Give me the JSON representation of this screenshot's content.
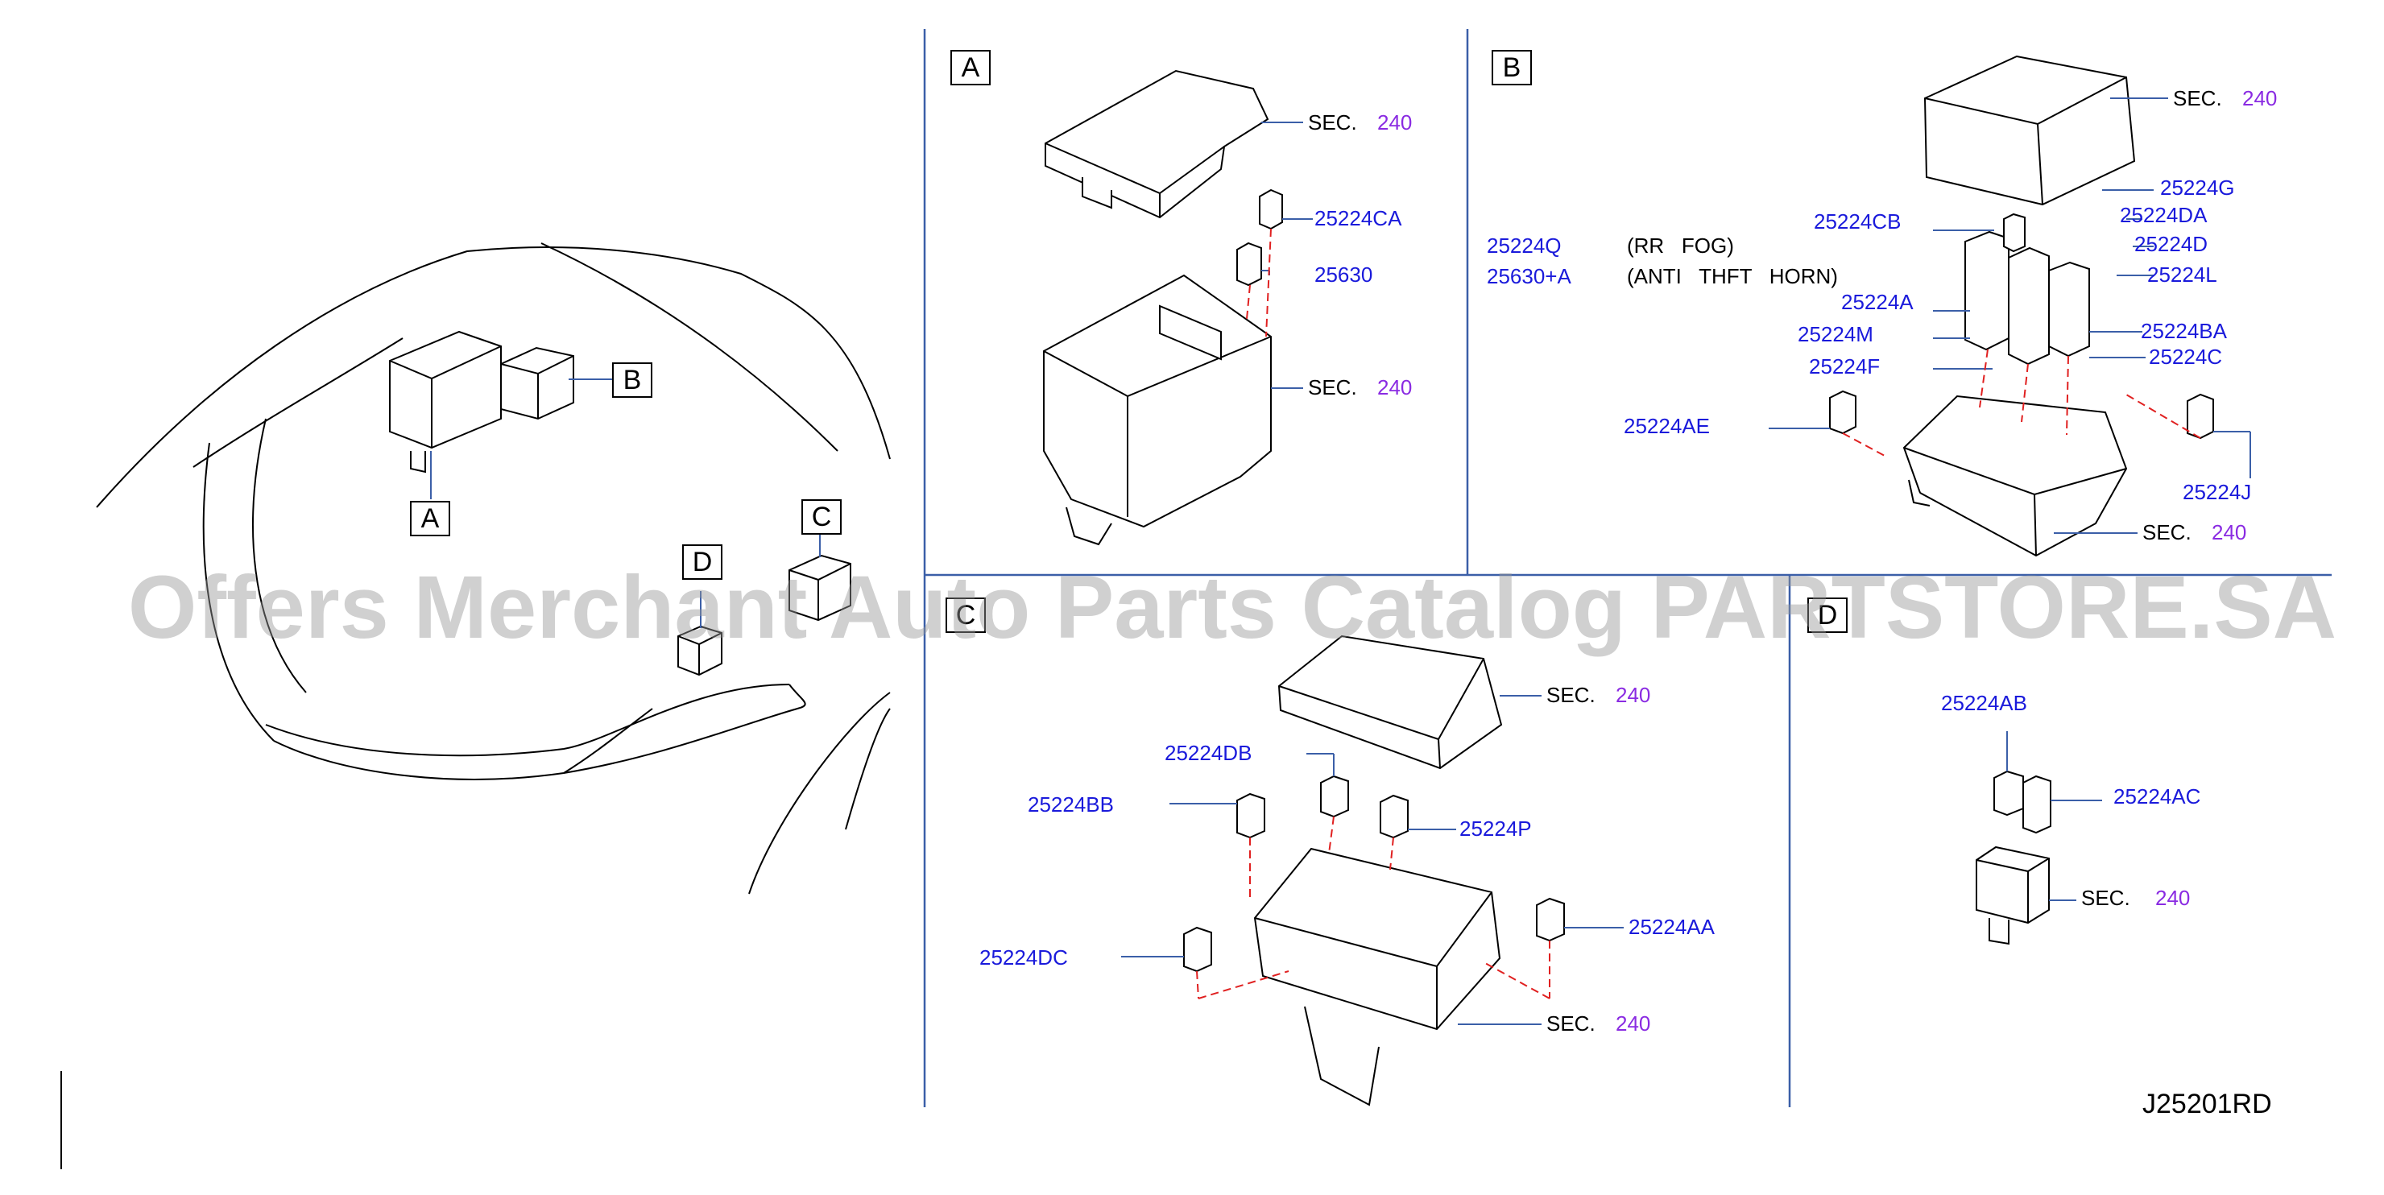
{
  "colors": {
    "part_number": "#1a1adb",
    "section_number": "#8a2be2",
    "leader_dash": "#e02020",
    "panel_border": "#3b5fa8"
  },
  "boxes": {
    "A": "A",
    "B": "B",
    "C": "C",
    "D": "D"
  },
  "section": {
    "prefix": "SEC.",
    "number": "240"
  },
  "panelA": {
    "parts": [
      "25224CA",
      "25630"
    ]
  },
  "panelB": {
    "notes": [
      {
        "part": "25224Q",
        "desc": "(RR   FOG)"
      },
      {
        "part": "25630+A",
        "desc": "(ANTI   THFT   HORN)"
      }
    ],
    "parts": [
      "25224CB",
      "25224A",
      "25224M",
      "25224F",
      "25224AE",
      "25224G",
      "25224DA",
      "25224D",
      "25224L",
      "25224BA",
      "25224C",
      "25224J"
    ]
  },
  "panelC": {
    "parts": [
      "25224DB",
      "25224BB",
      "25224P",
      "25224DC",
      "25224AA"
    ]
  },
  "panelD": {
    "parts": [
      "25224AB",
      "25224AC"
    ]
  },
  "watermark": "Offers Merchant Auto Parts Catalog PARTSTORE.SA",
  "drawing_ref": "J25201RD"
}
